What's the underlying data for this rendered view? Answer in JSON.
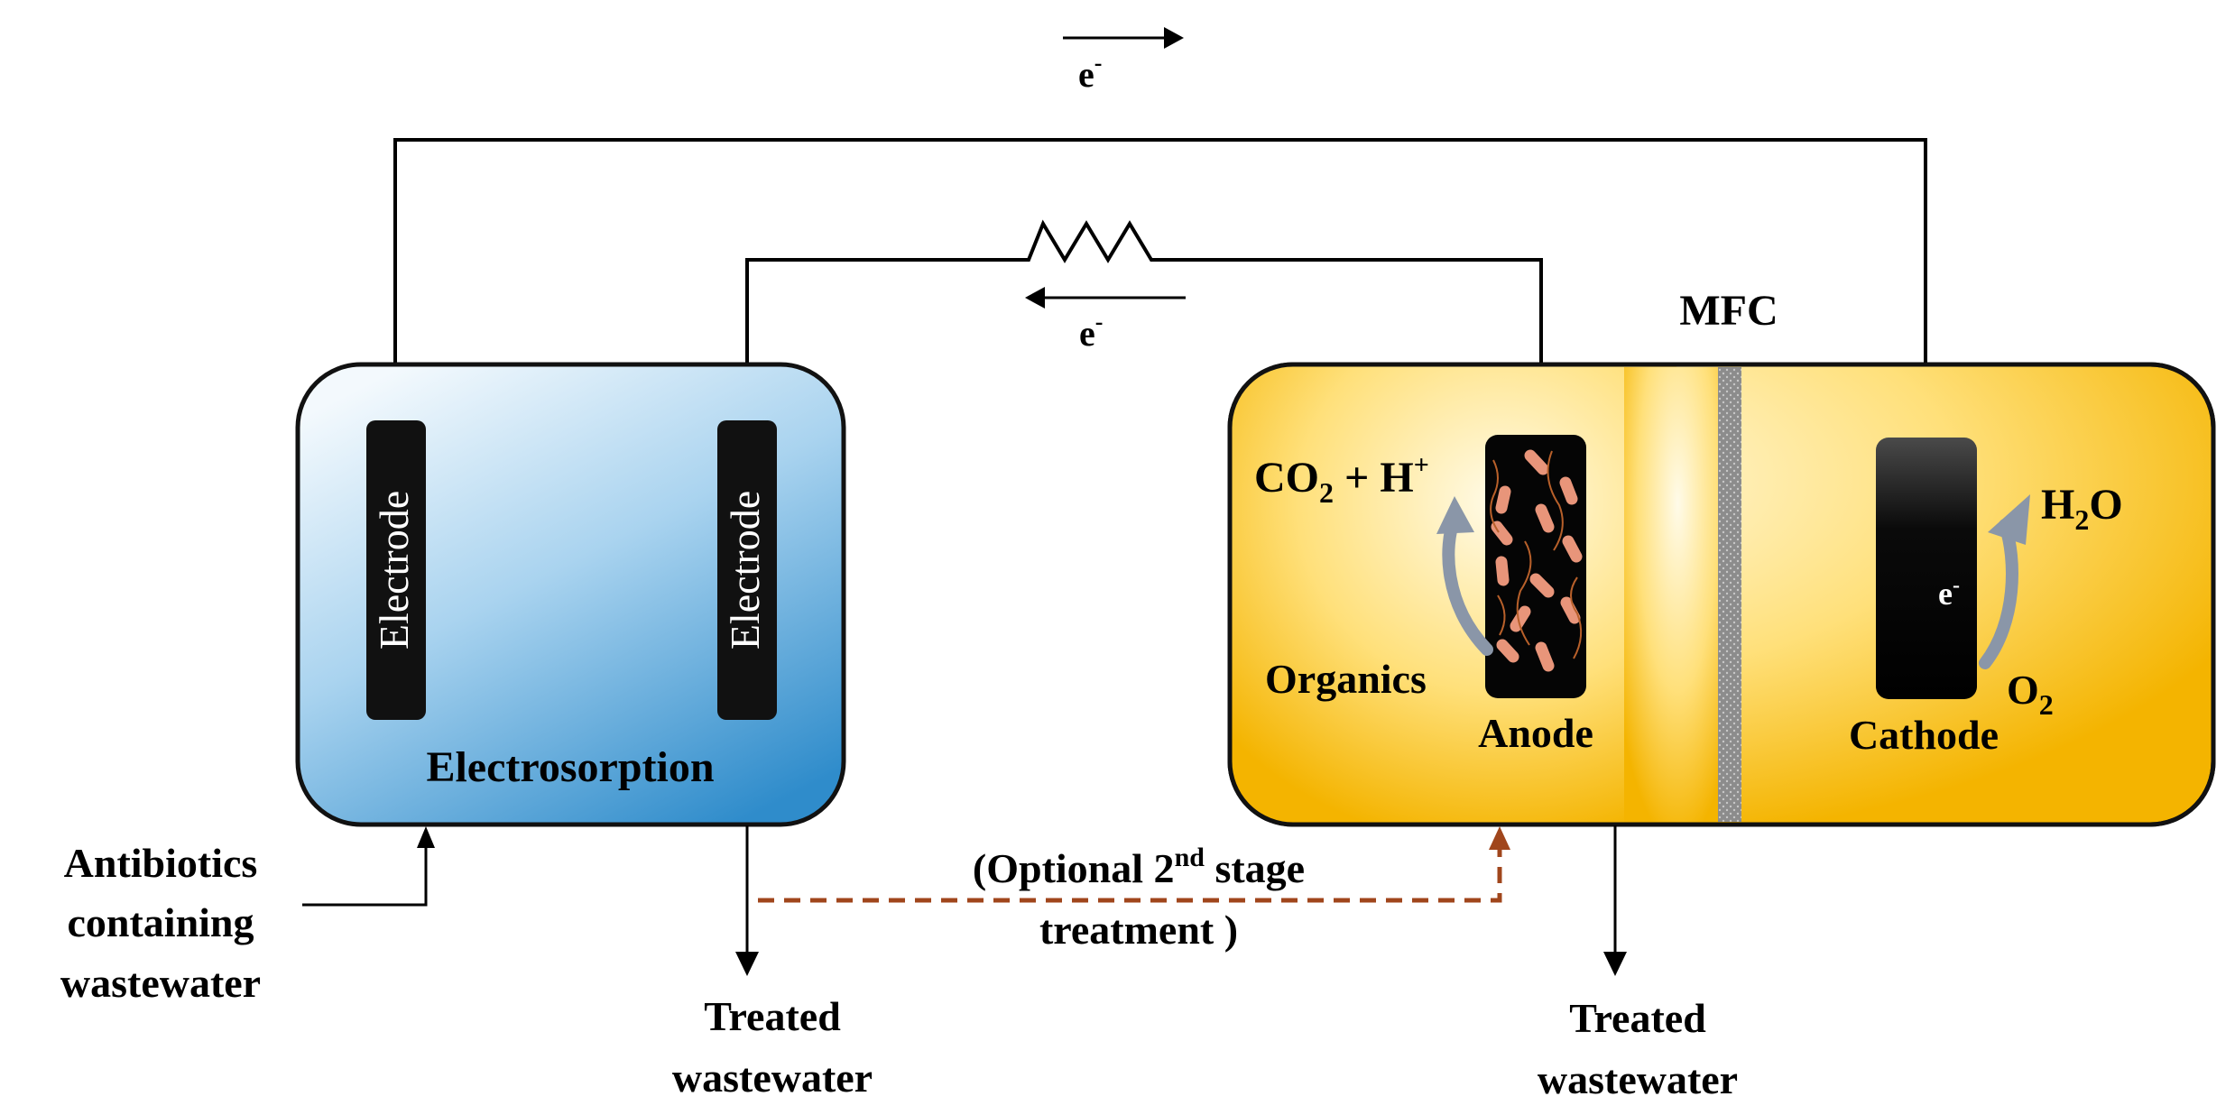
{
  "electron": {
    "symbol": "e",
    "sup": "-"
  },
  "electrosorption": {
    "title": "Electrosorption",
    "electrode_label": "Electrode",
    "color_top": "#eaf4fb",
    "color_bottom": "#2f8ccb"
  },
  "mfc": {
    "title": "MFC",
    "co2": {
      "a": "CO",
      "sub": "2",
      "b": " + H",
      "sup": "+"
    },
    "organics": "Organics",
    "anode": "Anode",
    "cathode": "Cathode",
    "h2o": {
      "a": "H",
      "sub": "2",
      "b": "O"
    },
    "o2": {
      "a": "O",
      "sub": "2"
    },
    "color_center": "#fffbe6",
    "color_edge": "#f6b800"
  },
  "inlet": {
    "lines": [
      "Antibiotics",
      "containing",
      "wastewater"
    ]
  },
  "optional": {
    "line1": "(Optional 2",
    "sup": "nd",
    "line1_end": " stage",
    "line2": "treatment )"
  },
  "outlet_left": {
    "lines": [
      "Treated",
      "wastewater"
    ]
  },
  "outlet_right": {
    "lines": [
      "Treated",
      "wastewater"
    ]
  },
  "colors": {
    "dashed": "#a0461c",
    "arrow_gray": "#8a96a8",
    "membrane": "#8c8c8c",
    "bacteria": "#e8957a"
  }
}
